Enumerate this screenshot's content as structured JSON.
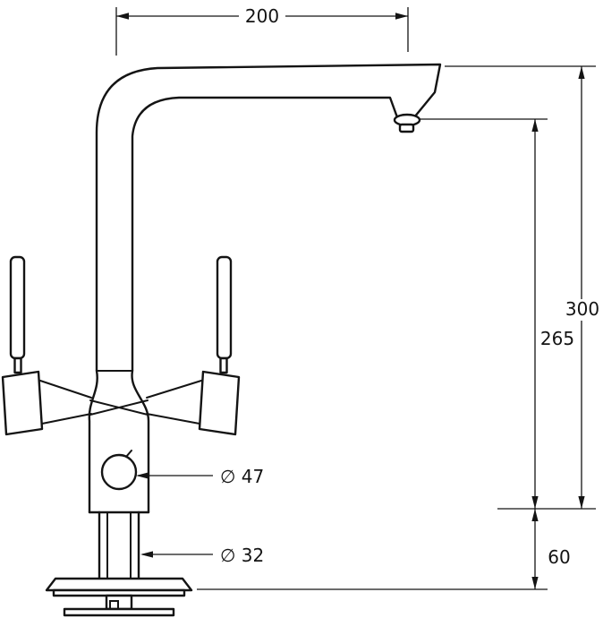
{
  "diagram": {
    "type": "technical-dimension-drawing",
    "subject": "kitchen mixer tap with two lever handles, L-shaped spout, shown in line-drawing with dimensions",
    "line_color": "#141414",
    "background_color": "#ffffff",
    "dimensions": {
      "spout_reach": "200",
      "overall_height": "300",
      "spout_height": "265",
      "below_deck": "60",
      "body_diameter": "∅ 47",
      "shank_diameter": "∅ 32"
    }
  }
}
